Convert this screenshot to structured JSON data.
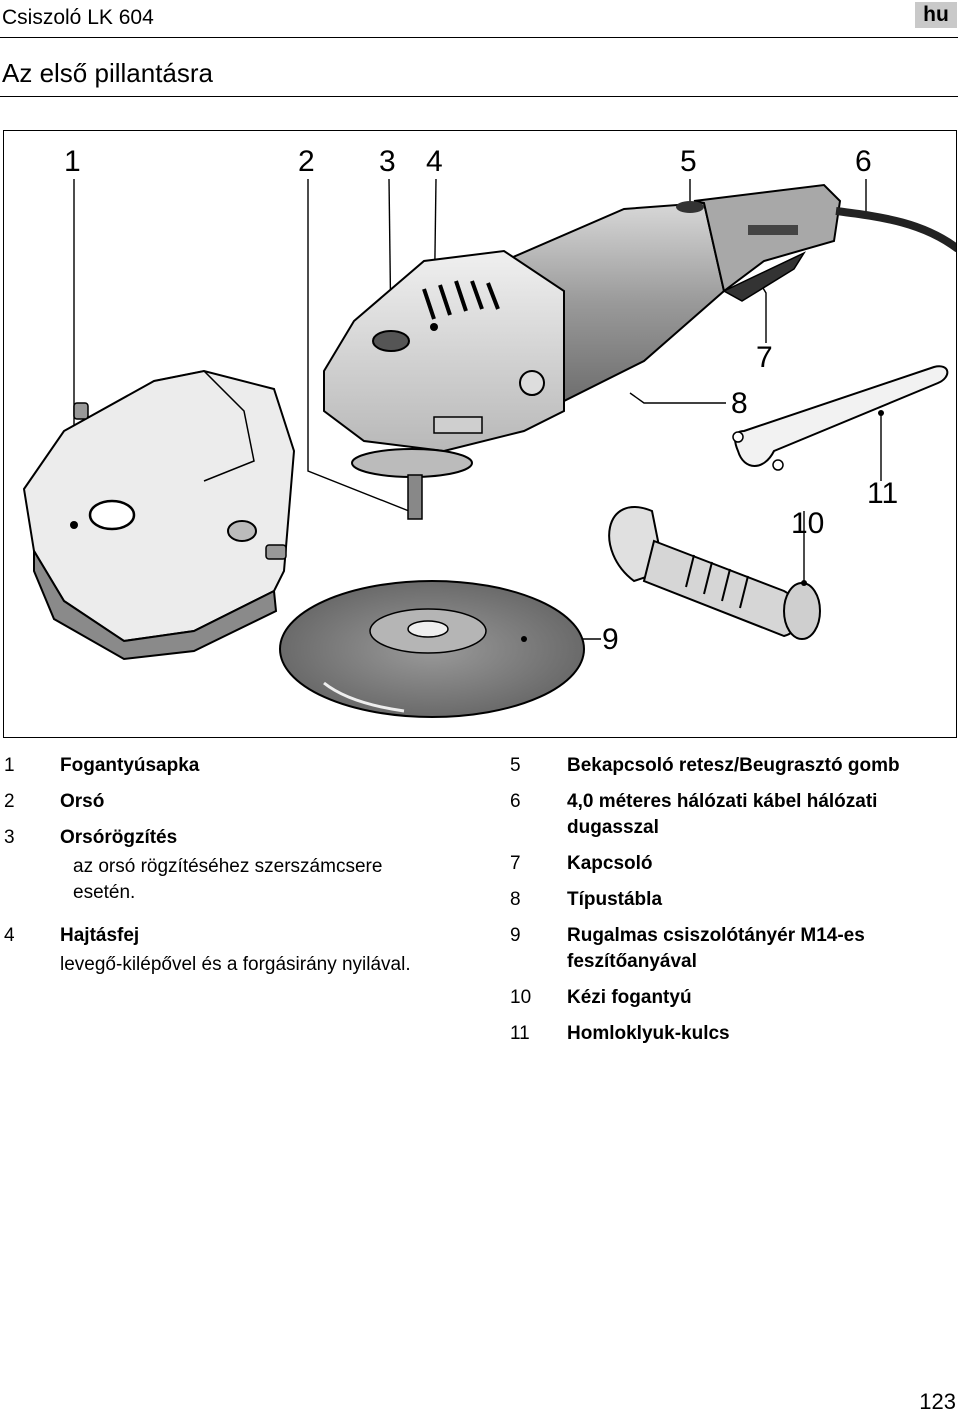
{
  "header": {
    "title": "Csiszoló LK 604",
    "lang": "hu"
  },
  "section": {
    "title": "Az első pillantásra"
  },
  "figure": {
    "callouts": [
      "1",
      "2",
      "3",
      "4",
      "5",
      "6",
      "7",
      "8",
      "9",
      "10",
      "11"
    ]
  },
  "legend_left": [
    {
      "num": "1",
      "label": "Fogantyúsapka"
    },
    {
      "num": "2",
      "label": "Orsó"
    },
    {
      "num": "3",
      "label": "Orsórögzítés",
      "desc1": "az orsó rögzítéséhez szerszámcsere",
      "desc2": "esetén."
    },
    {
      "num": "4",
      "label": "Hajtásfej",
      "desc1": "levegő-kilépővel és a forgásirány nyilával."
    }
  ],
  "legend_right": [
    {
      "num": "5",
      "label1": "Bekapcsoló retesz/Beugrasztó gomb"
    },
    {
      "num": "6",
      "label1": "4,0 méteres hálózati kábel hálózati",
      "label2": "dugasszal"
    },
    {
      "num": "7",
      "label1": "Kapcsoló"
    },
    {
      "num": "8",
      "label1": "Típustábla"
    },
    {
      "num": "9",
      "label1": "Rugalmas csiszolótányér M14-es",
      "label2": "feszítőanyával"
    },
    {
      "num": "10",
      "label1": "Kézi fogantyú"
    },
    {
      "num": "11",
      "label1": "Homloklyuk-kulcs"
    }
  ],
  "page": {
    "number": "123"
  }
}
